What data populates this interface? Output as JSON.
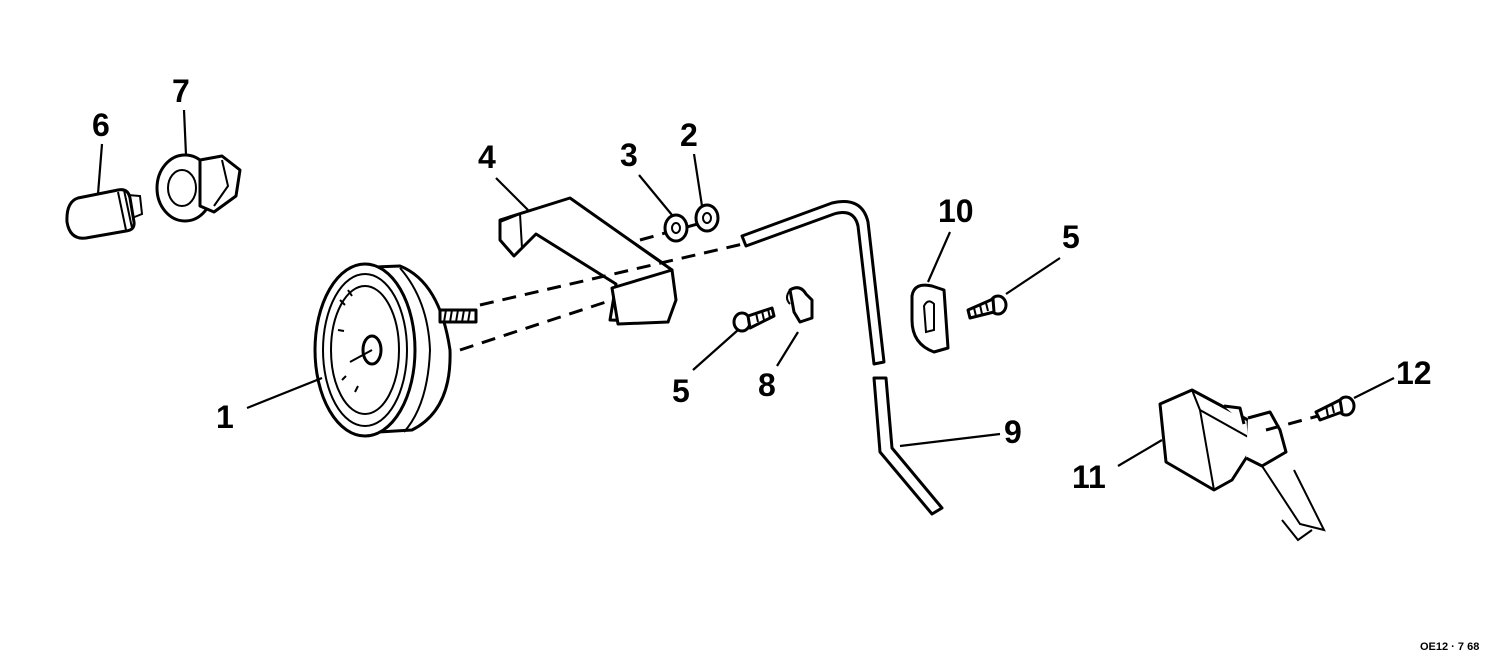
{
  "diagram": {
    "callouts": [
      {
        "id": "1",
        "label": "1"
      },
      {
        "id": "2",
        "label": "2"
      },
      {
        "id": "3",
        "label": "3"
      },
      {
        "id": "4",
        "label": "4"
      },
      {
        "id": "5a",
        "label": "5"
      },
      {
        "id": "5b",
        "label": "5"
      },
      {
        "id": "6",
        "label": "6"
      },
      {
        "id": "7",
        "label": "7"
      },
      {
        "id": "8",
        "label": "8"
      },
      {
        "id": "9",
        "label": "9"
      },
      {
        "id": "10",
        "label": "10"
      },
      {
        "id": "11",
        "label": "11"
      },
      {
        "id": "12",
        "label": "12"
      }
    ],
    "reference_code": "OE12 · 7 68"
  }
}
